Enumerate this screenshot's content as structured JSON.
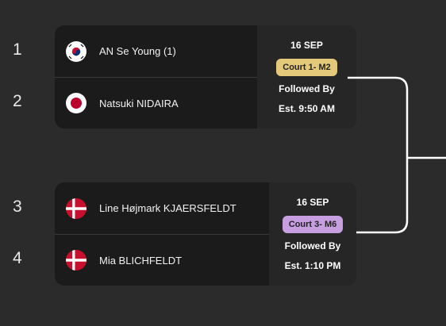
{
  "rows": [
    {
      "seed": "1",
      "name": "AN Se Young (1)",
      "flag": "korea-flag-icon"
    },
    {
      "seed": "2",
      "name": "Natsuki NIDAIRA",
      "flag": "japan-flag-icon"
    },
    {
      "seed": "3",
      "name": "Line Højmark KJAERSFELDT",
      "flag": "denmark-flag-icon"
    },
    {
      "seed": "4",
      "name": "Mia BLICHFELDT",
      "flag": "denmark-flag-icon"
    }
  ],
  "matches": [
    {
      "date": "16 SEP",
      "court": "Court 1- M2",
      "court_color": "#e4c97a",
      "followed": "Followed By",
      "est": "Est. 9:50 AM"
    },
    {
      "date": "16 SEP",
      "court": "Court 3- M6",
      "court_color": "#c79ee0",
      "followed": "Followed By",
      "est": "Est. 1:10 PM"
    }
  ],
  "colors": {
    "background": "#2b2b2b",
    "card": "#1b1b1b",
    "info_panel": "#262626",
    "bracket_line": "#ffffff"
  }
}
